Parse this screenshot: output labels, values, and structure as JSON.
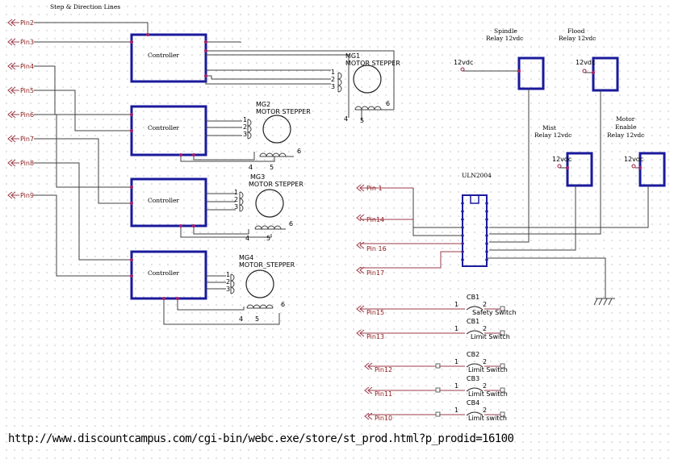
{
  "title": "Step & Direction Lines",
  "left_pins": [
    "Pin2",
    "Pin3",
    "Pin4",
    "Pin5",
    "Pin6",
    "Pin7",
    "Pin8",
    "Pin9"
  ],
  "controller_label": "Controller",
  "motors": [
    {
      "ref": "MG1",
      "type": "MOTOR STEPPER"
    },
    {
      "ref": "MG2",
      "type": "MOTOR STEPPER"
    },
    {
      "ref": "MG3",
      "type": "MOTOR STEPPER"
    },
    {
      "ref": "MG4",
      "type": "MOTOR_STEPPER"
    }
  ],
  "motor_pins": [
    "1",
    "2",
    "3",
    "4",
    "5",
    "6"
  ],
  "relays": [
    {
      "name": "Spindle",
      "rating": "Relay 12vdc",
      "supply": "12vdc"
    },
    {
      "name": "Flood",
      "rating": "Relay 12vdc",
      "supply": "12vdc"
    },
    {
      "name": "Mist",
      "rating": "Relay 12vdc",
      "supply": "12vdc"
    },
    {
      "name": "Motor Enable",
      "line1": "Motor",
      "line2": "Enable",
      "rating": "Relay 12vdc",
      "supply": "12vdc"
    }
  ],
  "ic_label": "ULN2004",
  "right_pins": [
    "Pin 1",
    "Pin14",
    "Pin 16",
    "Pin17"
  ],
  "switches": [
    {
      "ref": "CB1",
      "name": "Safety Switch",
      "pin": "Pin15"
    },
    {
      "ref": "CB1",
      "name": "Limit Switch",
      "pin": "Pin13"
    },
    {
      "ref": "CB2",
      "name": "Limit Switch",
      "pin": "Pin12"
    },
    {
      "ref": "CB3",
      "name": "Limit Switch",
      "pin": "Pin11"
    },
    {
      "ref": "CB4",
      "name": "Limit switch",
      "pin": "Pin10"
    }
  ],
  "switch_pins": [
    "1",
    "2"
  ],
  "url": "http://www.discountcampus.com/cgi-bin/webc.exe/store/st_prod.html?p_prodid=16100"
}
